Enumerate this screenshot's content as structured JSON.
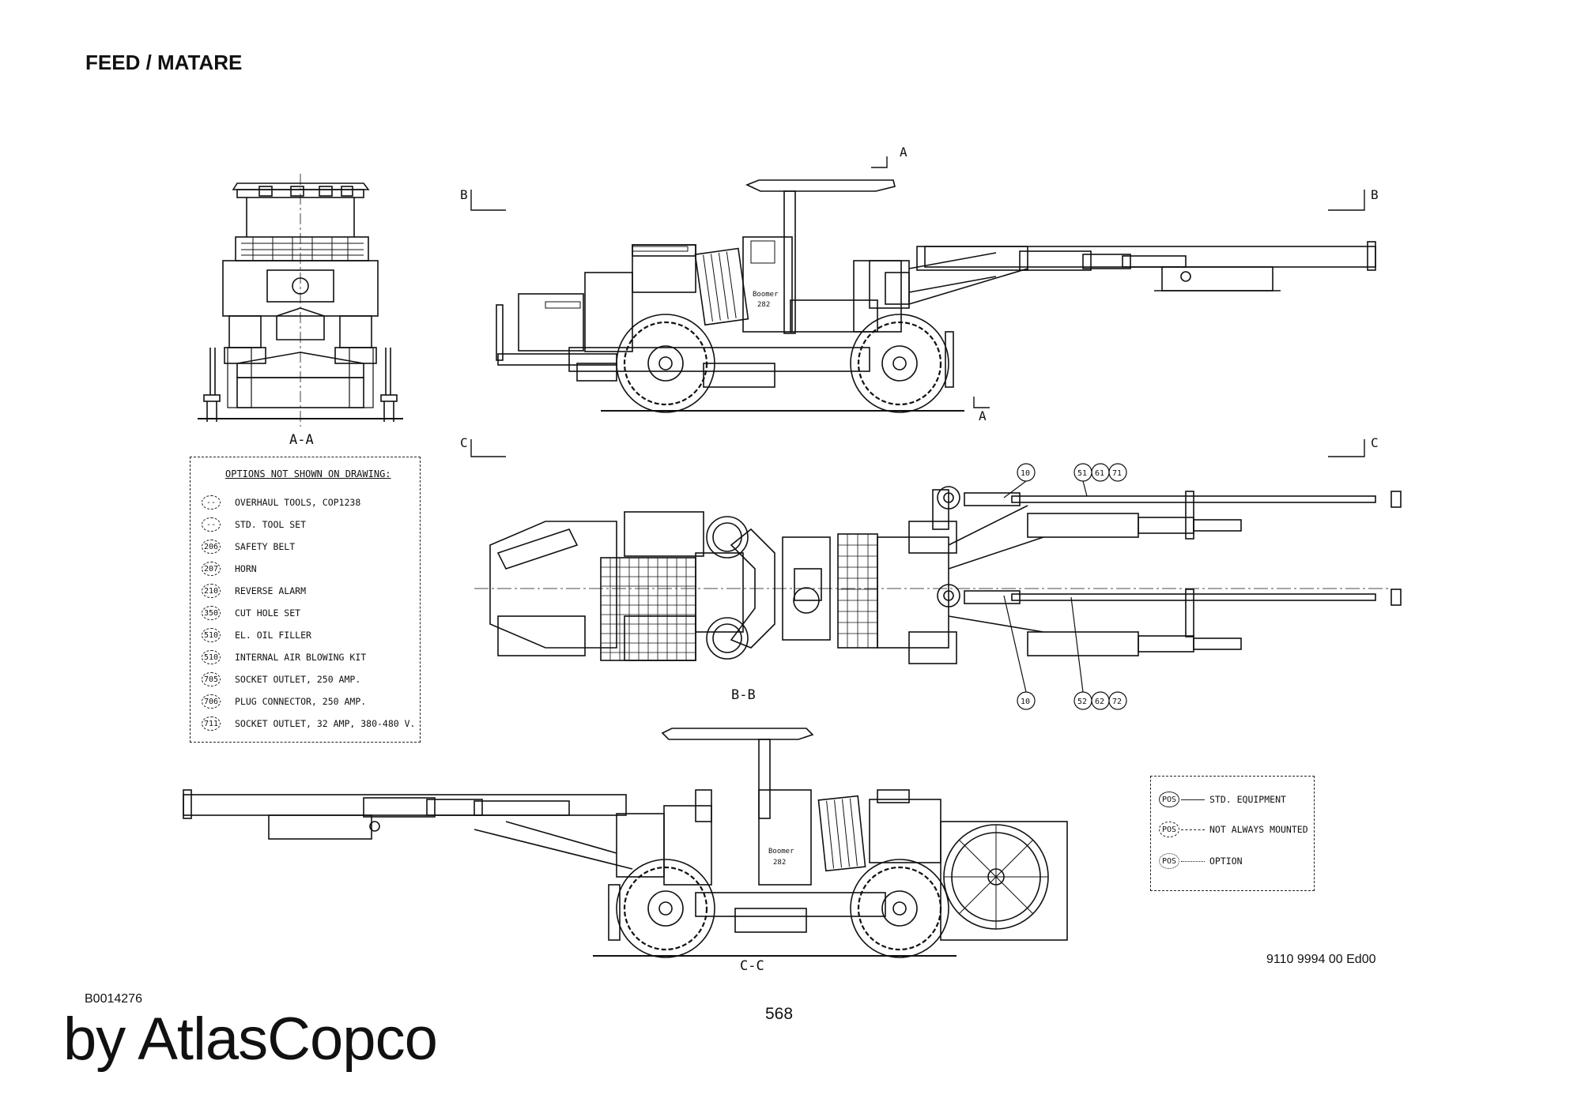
{
  "page_title": "FEED / MATARE",
  "doc_code": "B0014276",
  "page_number": "568",
  "drawing_number": "9110 9994 00 Ed00",
  "brand": "by AtlasCopco",
  "views": {
    "aa": "A-A",
    "bb": "B-B",
    "cc": "C-C"
  },
  "section_markers": {
    "a": "A",
    "b": "B",
    "c": "C"
  },
  "vehicle_badge": {
    "line1": "Boomer",
    "line2": "282"
  },
  "callouts_top": [
    "10",
    "51",
    "61",
    "71"
  ],
  "callouts_bottom": [
    "10",
    "52",
    "62",
    "72"
  ],
  "options": {
    "title": "OPTIONS NOT SHOWN ON DRAWING:",
    "items": [
      {
        "pos": "--",
        "label": "OVERHAUL TOOLS, COP1238"
      },
      {
        "pos": "--",
        "label": "STD. TOOL SET"
      },
      {
        "pos": "206",
        "label": "SAFETY BELT"
      },
      {
        "pos": "207",
        "label": "HORN"
      },
      {
        "pos": "210",
        "label": "REVERSE ALARM"
      },
      {
        "pos": "350",
        "label": "CUT HOLE SET"
      },
      {
        "pos": "510",
        "label": "EL. OIL FILLER"
      },
      {
        "pos": "510",
        "label": "INTERNAL AIR BLOWING KIT"
      },
      {
        "pos": "705",
        "label": "SOCKET OUTLET, 250 AMP."
      },
      {
        "pos": "706",
        "label": "PLUG CONNECTOR, 250 AMP."
      },
      {
        "pos": "711",
        "label": "SOCKET OUTLET, 32 AMP, 380-480 V."
      }
    ]
  },
  "legend": {
    "items": [
      {
        "pos": "POS",
        "label": "STD. EQUIPMENT",
        "style": "solid"
      },
      {
        "pos": "POS",
        "label": "NOT ALWAYS MOUNTED",
        "style": "dashdot"
      },
      {
        "pos": "POS",
        "label": "OPTION",
        "style": "dashed"
      }
    ]
  }
}
